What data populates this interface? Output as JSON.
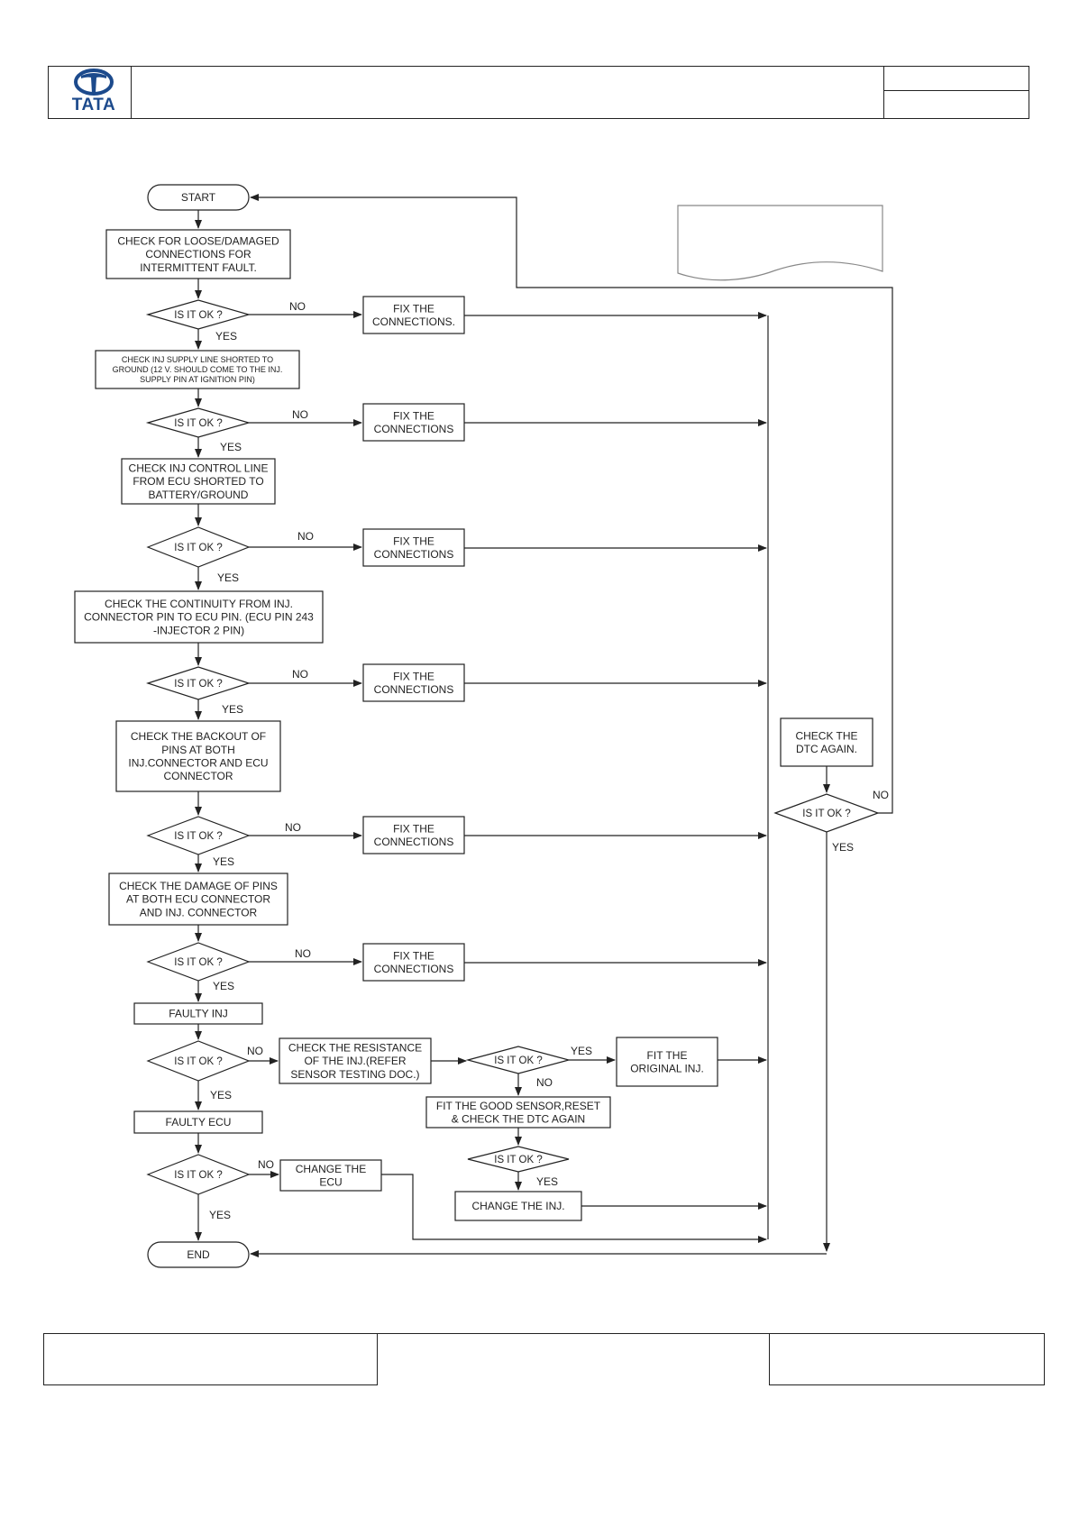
{
  "header": {
    "logo_text": "TATA"
  },
  "colors": {
    "line": "#222222",
    "brand": "#1c4a8c"
  },
  "flow": {
    "start": "START",
    "end": "END",
    "check_connections": [
      "CHECK FOR LOOSE/DAMAGED",
      "CONNECTIONS FOR",
      "INTERMITTENT FAULT."
    ],
    "check_supply": [
      "CHECK INJ SUPPLY LINE SHORTED TO",
      "GROUND (12 V. SHOULD COME TO THE INJ.",
      "SUPPLY PIN AT IGNITION PIN)"
    ],
    "check_control": [
      "CHECK INJ CONTROL LINE",
      "FROM ECU SHORTED TO",
      "BATTERY/GROUND"
    ],
    "check_continuity": [
      "CHECK THE  CONTINUITY FROM INJ.",
      "CONNECTOR PIN TO ECU PIN. (ECU PIN 243",
      "-INJECTOR 2 PIN)"
    ],
    "check_backout": [
      "CHECK THE BACKOUT OF",
      "PINS AT BOTH",
      "INJ.CONNECTOR AND ECU",
      "CONNECTOR"
    ],
    "check_damage": [
      "CHECK THE DAMAGE OF PINS",
      "AT BOTH ECU CONNECTOR",
      "AND INJ. CONNECTOR"
    ],
    "faulty_inj": "FAULTY INJ",
    "faulty_ecu": "FAULTY ECU",
    "check_resistance": [
      "CHECK THE RESISTANCE",
      "OF THE INJ.(REFER",
      "SENSOR TESTING DOC.)"
    ],
    "fit_original": [
      "FIT THE",
      "ORIGINAL INJ."
    ],
    "fit_good_sensor": [
      "FIT THE GOOD SENSOR,RESET",
      "& CHECK THE DTC AGAIN"
    ],
    "change_inj": "CHANGE THE INJ.",
    "change_ecu": [
      "CHANGE THE",
      "ECU"
    ],
    "check_dtc": [
      "CHECK THE",
      "DTC AGAIN."
    ],
    "fix1": [
      "FIX THE",
      "CONNECTIONS."
    ],
    "fix": [
      "FIX THE",
      "CONNECTIONS"
    ],
    "decision": "IS IT OK ?",
    "yes": "YES",
    "no": "NO"
  }
}
